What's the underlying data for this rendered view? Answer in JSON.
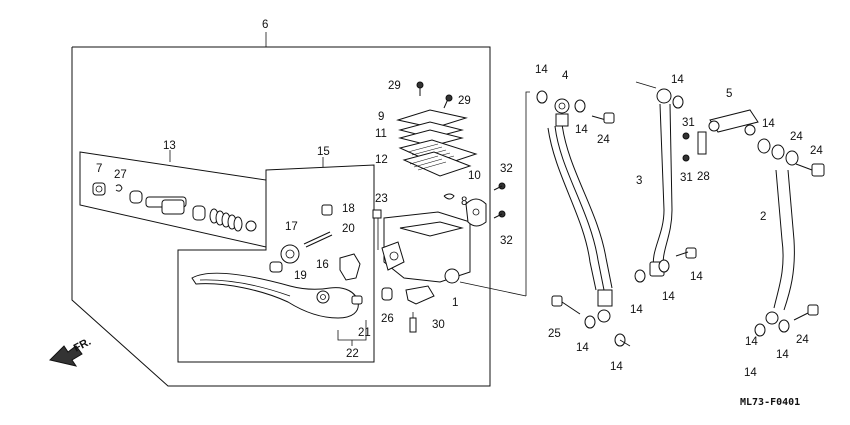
{
  "diagram": {
    "callouts": [
      "6",
      "13",
      "7",
      "27",
      "15",
      "17",
      "18",
      "20",
      "19",
      "16",
      "23",
      "9",
      "11",
      "12",
      "29",
      "29",
      "10",
      "8",
      "32",
      "32",
      "1",
      "26",
      "30",
      "21",
      "22",
      "14",
      "4",
      "14",
      "24",
      "25",
      "14",
      "14",
      "14",
      "14",
      "3",
      "31",
      "31",
      "5",
      "28",
      "14",
      "14",
      "24",
      "2",
      "24",
      "14",
      "14",
      "14",
      "24",
      "14"
    ],
    "drawing_code": "ML73-F0401",
    "direction_label": "FR."
  }
}
